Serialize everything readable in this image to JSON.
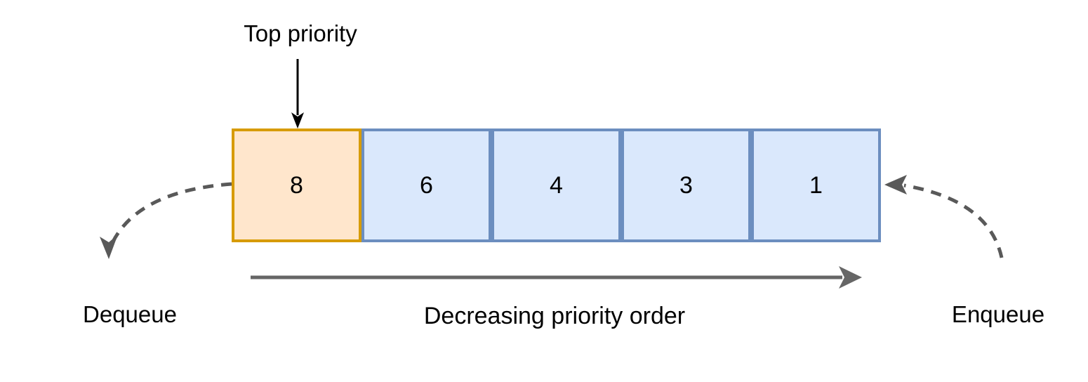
{
  "diagram": {
    "type": "priority-queue",
    "labels": {
      "top_priority": "Top priority",
      "dequeue": "Dequeue",
      "enqueue": "Enqueue",
      "order": "Decreasing priority order"
    },
    "queue": {
      "cells": [
        {
          "value": "8",
          "highlighted": true
        },
        {
          "value": "6",
          "highlighted": false
        },
        {
          "value": "4",
          "highlighted": false
        },
        {
          "value": "3",
          "highlighted": false
        },
        {
          "value": "1",
          "highlighted": false
        }
      ]
    },
    "colors": {
      "highlight_border": "#d79b00",
      "highlight_fill": "#ffe6cc",
      "cell_border": "#6c8ebf",
      "cell_fill": "#dae8fc",
      "solid_arrow": "#666666",
      "dashed_arrow": "#595959",
      "pointer_arrow": "#000000",
      "text": "#000000",
      "background": "#ffffff"
    }
  }
}
